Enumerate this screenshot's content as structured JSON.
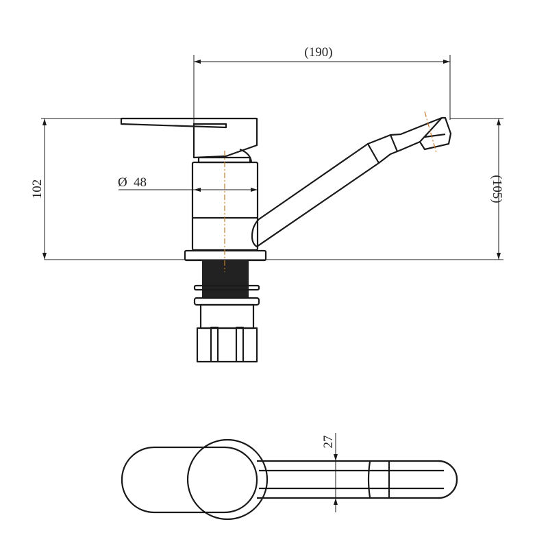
{
  "drawing": {
    "dimensions": {
      "width": "(190)",
      "height_left": "102",
      "height_right": "(105)",
      "diameter": "48",
      "diameter_symbol": "Ø",
      "spout_width": "27"
    },
    "colors": {
      "line": "#1a1a1a",
      "centerline": "#c8782a"
    }
  }
}
